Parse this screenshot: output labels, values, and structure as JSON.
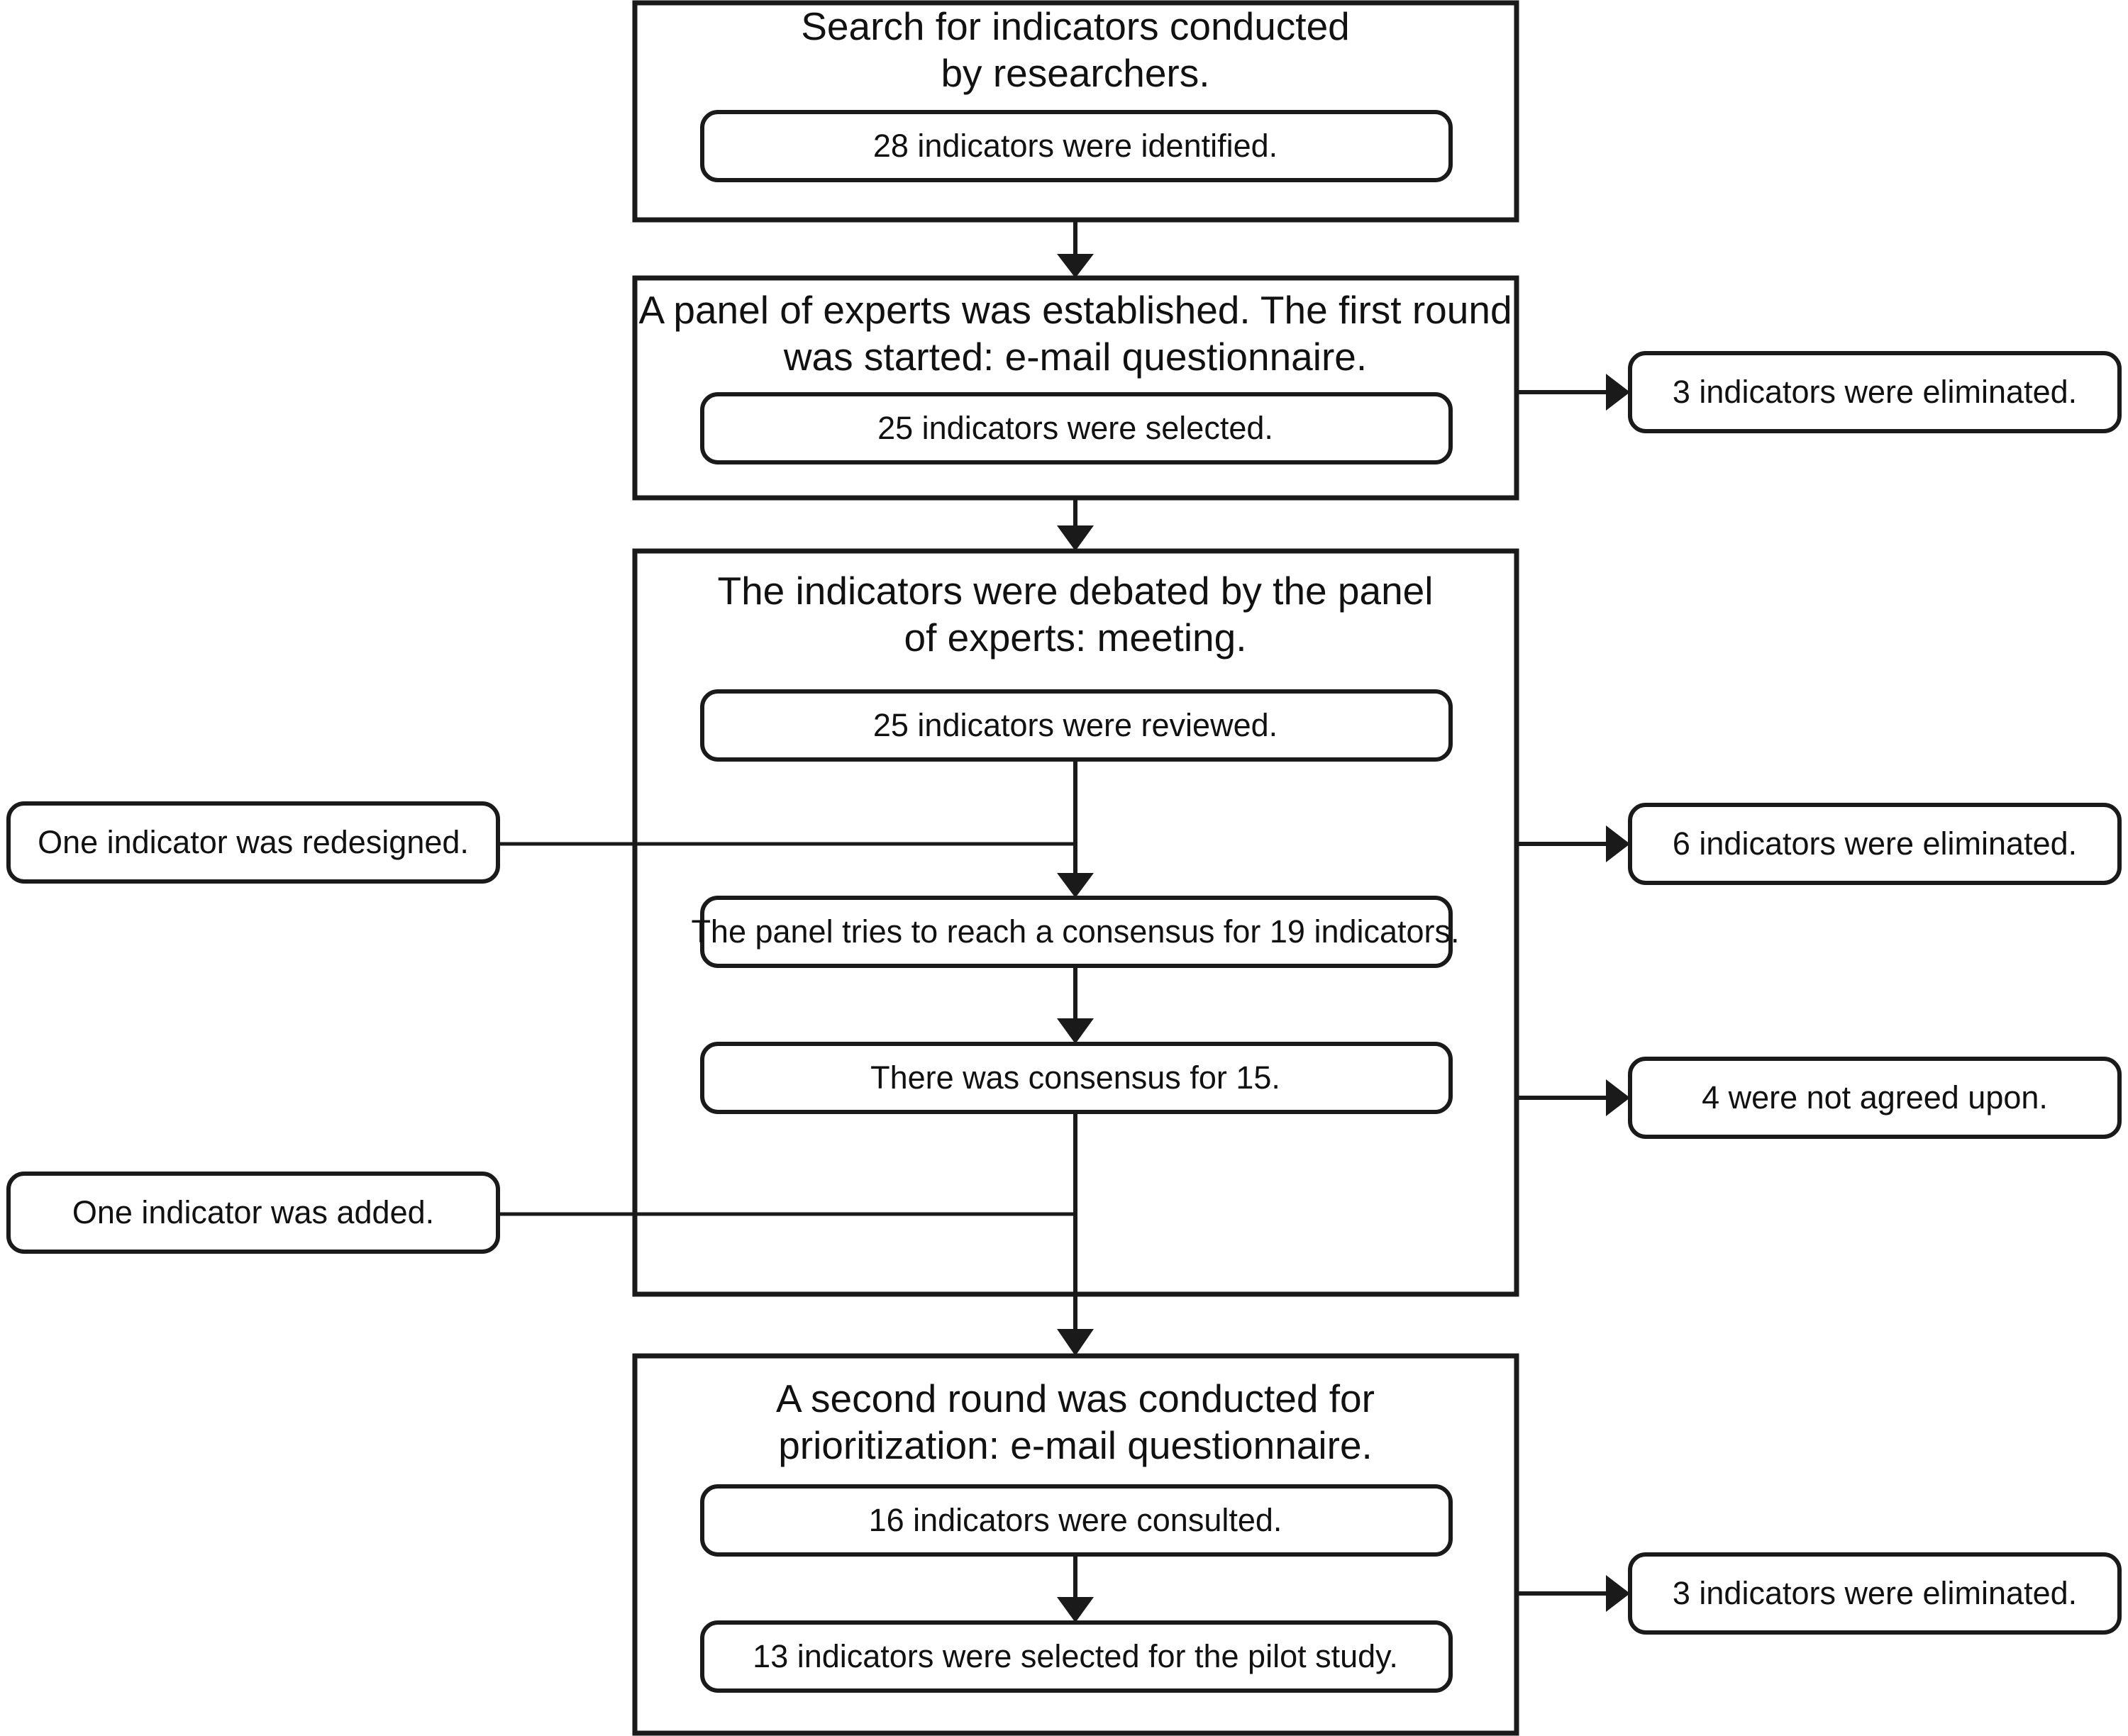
{
  "diagram": {
    "title": "Delphi process flowchart for indicator selection",
    "stroke_color": "#1a1a1a",
    "background_color": "#ffffff",
    "text_color": "#111111"
  },
  "stages": [
    {
      "id": "stage-search",
      "title_line1": "Search for indicators conducted",
      "title_line2": "by researchers.",
      "results": [
        {
          "id": "result-28-identified",
          "label": "28 indicators were identified."
        }
      ]
    },
    {
      "id": "stage-first-round",
      "title_line1": "A panel of experts was established.  The first round",
      "title_line2": "was started: e-mail questionnaire.",
      "results": [
        {
          "id": "result-25-selected",
          "label": "25 indicators were selected."
        }
      ]
    },
    {
      "id": "stage-debate",
      "title_line1": "The indicators were debated by the panel",
      "title_line2": "of experts: meeting.",
      "results": [
        {
          "id": "result-25-reviewed",
          "label": "25 indicators were reviewed."
        },
        {
          "id": "result-consensus-attempt",
          "label": "The panel tries to reach a consensus for 19 indicators."
        },
        {
          "id": "result-consensus-15",
          "label": "There was consensus for 15."
        }
      ]
    },
    {
      "id": "stage-second-round",
      "title_line1": "A second round was conducted for",
      "title_line2": "prioritization: e-mail questionnaire.",
      "results": [
        {
          "id": "result-16-consulted",
          "label": "16 indicators were consulted."
        },
        {
          "id": "result-13-pilot",
          "label": "13 indicators were selected for the pilot study."
        }
      ]
    }
  ],
  "right_notes": [
    {
      "id": "note-3-eliminated-round1",
      "label": "3 indicators were eliminated."
    },
    {
      "id": "note-6-eliminated",
      "label": "6 indicators were eliminated."
    },
    {
      "id": "note-4-not-agreed",
      "label": "4 were not agreed upon."
    },
    {
      "id": "note-3-eliminated-round2",
      "label": "3 indicators were eliminated."
    }
  ],
  "left_notes": [
    {
      "id": "note-one-redesigned",
      "label": "One indicator was redesigned."
    },
    {
      "id": "note-one-added",
      "label": "One indicator was added."
    }
  ]
}
